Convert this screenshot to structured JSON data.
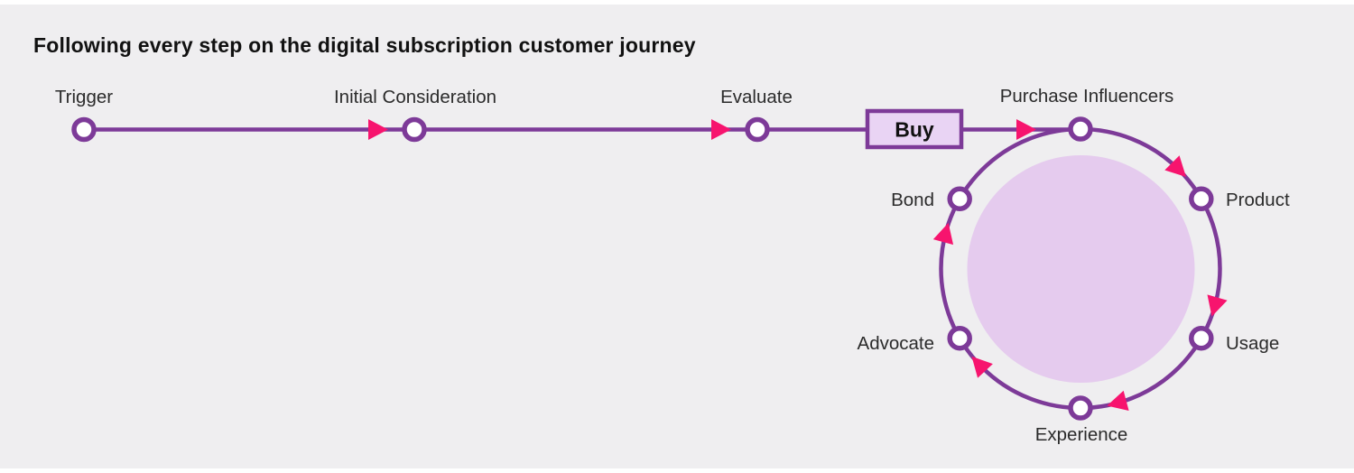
{
  "title": "Following every step on the digital subscription customer journey",
  "journey": {
    "linear_steps": [
      "Trigger",
      "Initial Consideration",
      "Evaluate"
    ],
    "buy_label": "Buy",
    "loop_steps": [
      "Purchase Influencers",
      "Product",
      "Usage",
      "Experience",
      "Advocate",
      "Bond"
    ]
  },
  "colors": {
    "background_panel": "#efeef0",
    "edge_strips": "#ffffff",
    "line_purple": "#7d3a98",
    "arrow_pink": "#f7146e",
    "loop_inner_fill": "#e5cbee",
    "buy_box_fill": "#e9d4f4",
    "label_text": "#2b2b2b",
    "title_text": "#111111"
  }
}
